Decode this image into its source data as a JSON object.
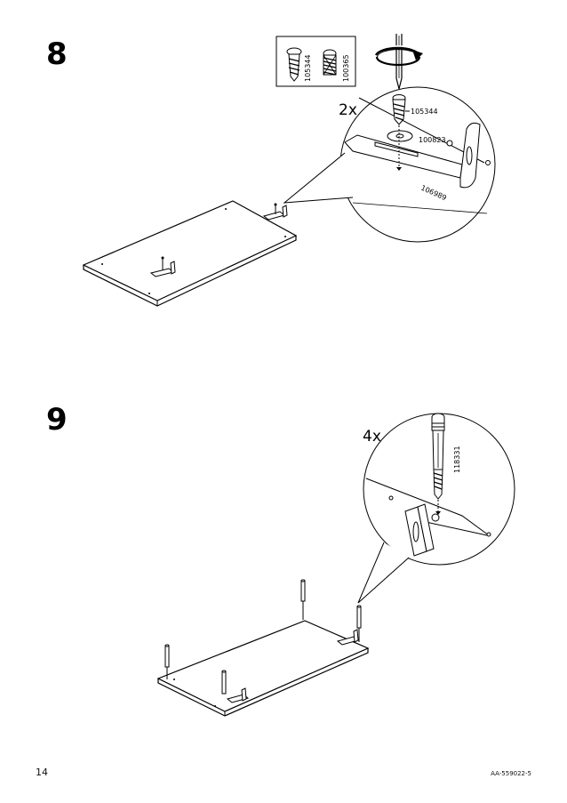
{
  "steps": [
    {
      "number": "8",
      "quantity": "2x",
      "legend_parts": [
        "105344",
        "100365"
      ],
      "callout_parts": {
        "screw": "105344",
        "washer": "100823",
        "bracket": "106989"
      }
    },
    {
      "number": "9",
      "quantity": "4x",
      "callout_parts": {
        "dowel": "118331"
      }
    }
  ],
  "footer": {
    "page_number": "14",
    "doc_code": "AA-559022-5"
  }
}
